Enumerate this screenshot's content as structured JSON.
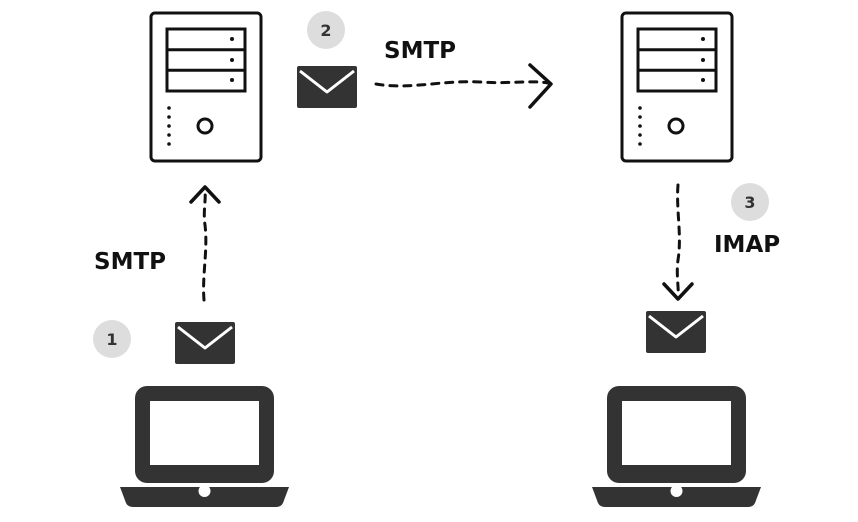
{
  "diagram": {
    "steps": [
      {
        "number": "1",
        "protocol": "SMTP"
      },
      {
        "number": "2",
        "protocol": "SMTP"
      },
      {
        "number": "3",
        "protocol": "IMAP"
      }
    ]
  },
  "colors": {
    "ink": "#111111",
    "device_fill": "#333333",
    "badge_fill": "#dddddd",
    "badge_text": "#333333",
    "background": "#ffffff"
  },
  "icons": {
    "sender_laptop": "laptop-icon",
    "recipient_laptop": "laptop-icon",
    "sending_server": "server-icon",
    "receiving_server": "server-icon",
    "envelope": "envelope-icon"
  }
}
